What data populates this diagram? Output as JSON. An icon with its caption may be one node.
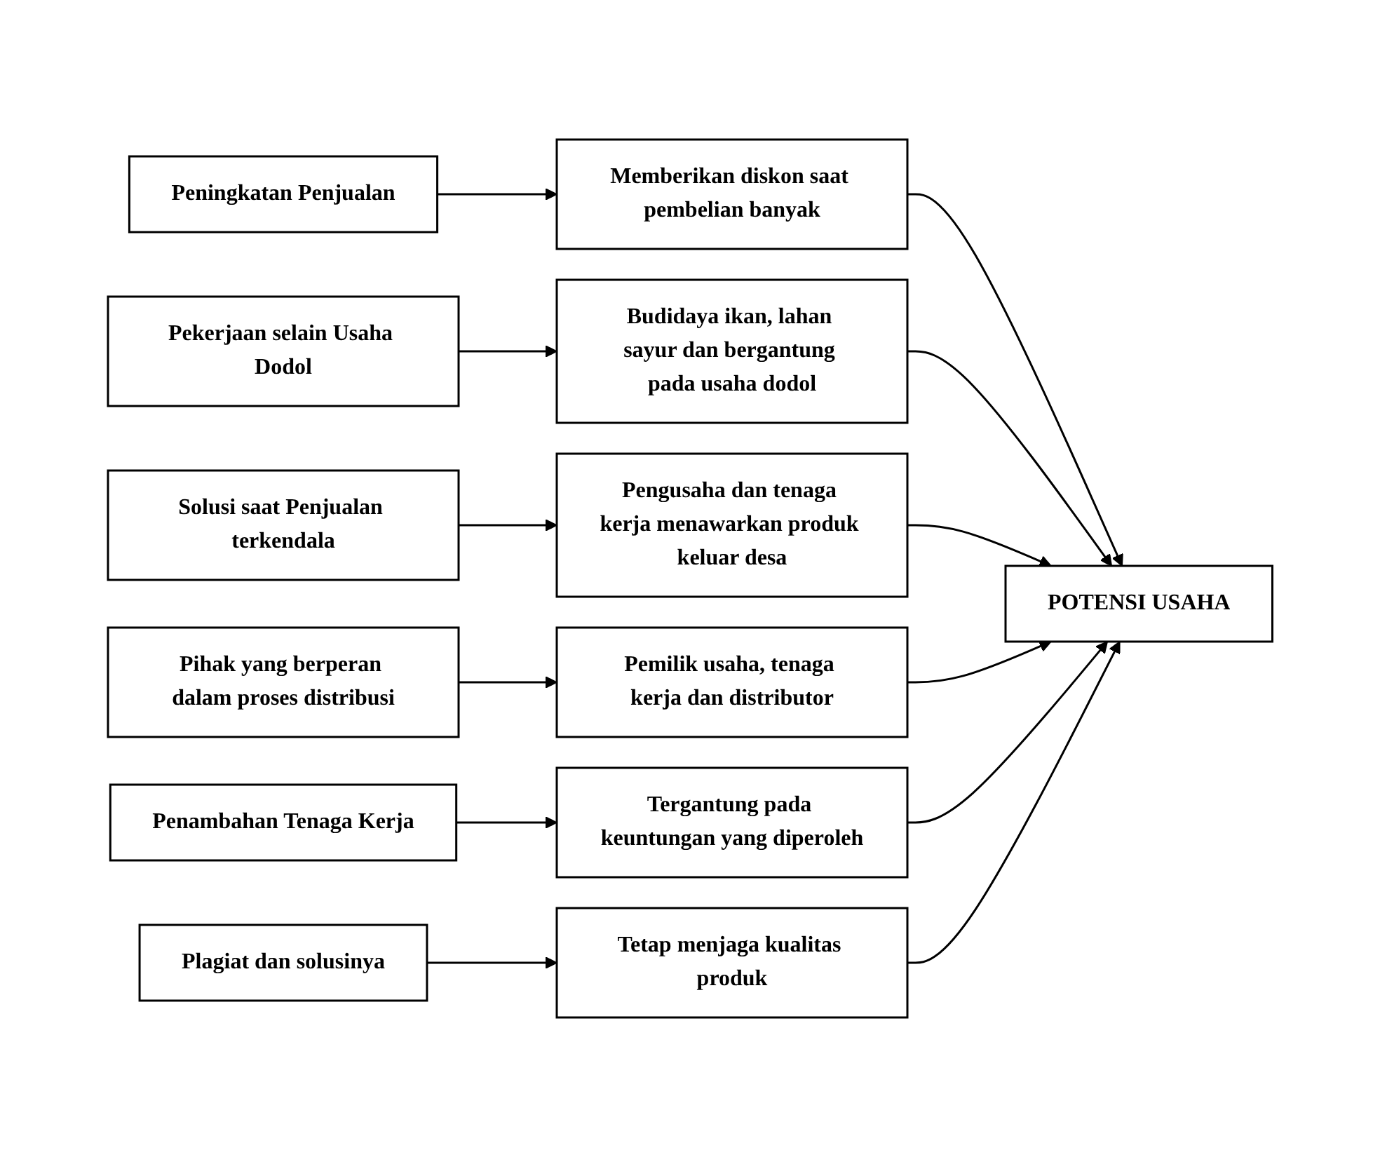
{
  "diagram": {
    "nodes": [
      {
        "text": [
          "Peningkatan Penjualan"
        ]
      },
      {
        "text": [
          "Memberikan diskon saat pembelian banyak"
        ]
      },
      {
        "text": [
          "Pekerjaan selain Usaha Dodol"
        ]
      },
      {
        "text": [
          "Budidaya ikan, lahan sayur dan bergantung pada usaha dodol"
        ]
      },
      {
        "text": [
          "Solusi saat Penjualan terkendala"
        ]
      },
      {
        "text": [
          "Pengusaha dan tenaga kerja menawarkan produk keluar desa"
        ]
      },
      {
        "text": [
          "Pihak yang berperan dalam proses distribusi"
        ]
      },
      {
        "text": [
          "Pemilik usaha, tenaga kerja dan distributor"
        ]
      },
      {
        "text": [
          "Penambahan Tenaga Kerja"
        ]
      },
      {
        "text": [
          "Tergantung pada keuntungan yang diperoleh"
        ]
      },
      {
        "text": [
          "Plagiat dan solusinya"
        ]
      },
      {
        "text": [
          "Tetap menjaga kualitas produk"
        ]
      },
      {
        "text": [
          "POTENSI USAHA"
        ]
      }
    ],
    "edges": [
      {
        "from": 0,
        "to": 1,
        "arrow": "to"
      },
      {
        "from": 2,
        "to": 3,
        "arrow": "to"
      },
      {
        "from": 4,
        "to": 5,
        "arrow": "to"
      },
      {
        "from": 6,
        "to": 7,
        "arrow": "to"
      },
      {
        "from": 8,
        "to": 9,
        "arrow": "to"
      },
      {
        "from": 10,
        "to": 11,
        "arrow": "to"
      },
      {
        "from": 1,
        "to": 12,
        "arrow": "to"
      },
      {
        "from": 3,
        "to": 12,
        "arrow": "to"
      },
      {
        "from": 5,
        "to": 12,
        "arrow": "to"
      },
      {
        "from": 7,
        "to": 12,
        "arrow": "to"
      },
      {
        "from": 9,
        "to": 12,
        "arrow": "to"
      },
      {
        "from": 11,
        "to": 12,
        "arrow": "to"
      }
    ]
  }
}
